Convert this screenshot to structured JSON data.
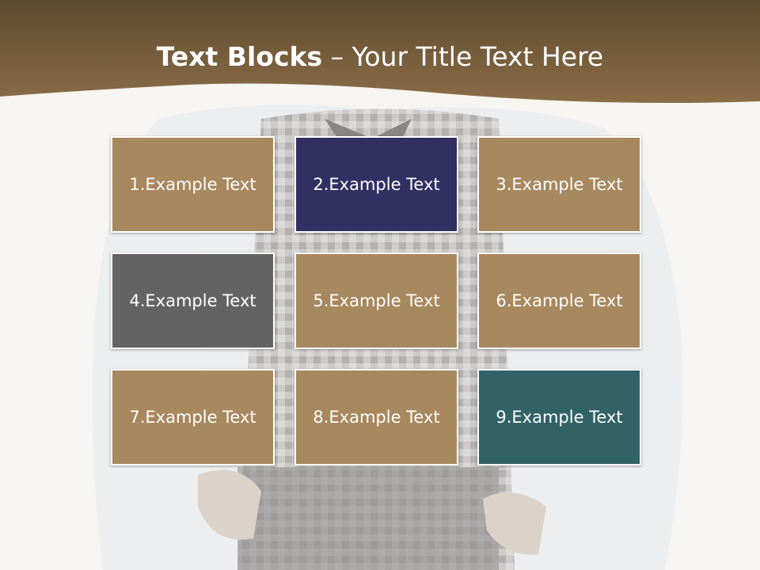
{
  "slide": {
    "title_bold": "Text Blocks",
    "title_rest": "– Your Title Text Here",
    "header_color": "#7a6040"
  },
  "blocks": [
    {
      "label": "1.Example Text",
      "color": "#a8885e"
    },
    {
      "label": "2.Example Text",
      "color": "#323063"
    },
    {
      "label": "3.Example Text",
      "color": "#a8885e"
    },
    {
      "label": "4.Example Text",
      "color": "#636363"
    },
    {
      "label": "5.Example Text",
      "color": "#a8885e"
    },
    {
      "label": "6.Example Text",
      "color": "#a8885e"
    },
    {
      "label": "7.Example Text",
      "color": "#a8885e"
    },
    {
      "label": "8.Example Text",
      "color": "#a8885e"
    },
    {
      "label": "9.Example Text",
      "color": "#316266"
    }
  ]
}
